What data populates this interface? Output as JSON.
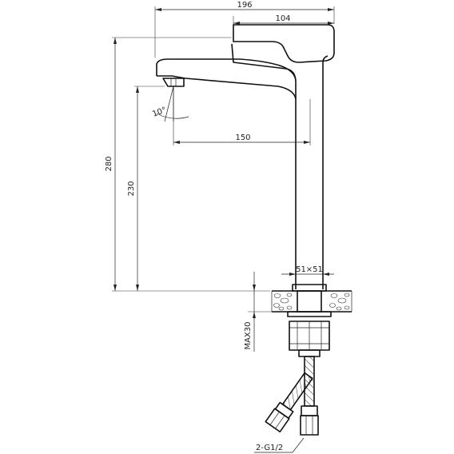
{
  "dimensions": {
    "total_width": "196",
    "handle_length": "104",
    "spout_reach": "150",
    "total_height": "280",
    "spout_height": "230",
    "spout_angle": "10°",
    "body_section": "51×51",
    "max_counter_thickness": "MAX30",
    "hose_thread": "2-G1/2"
  }
}
